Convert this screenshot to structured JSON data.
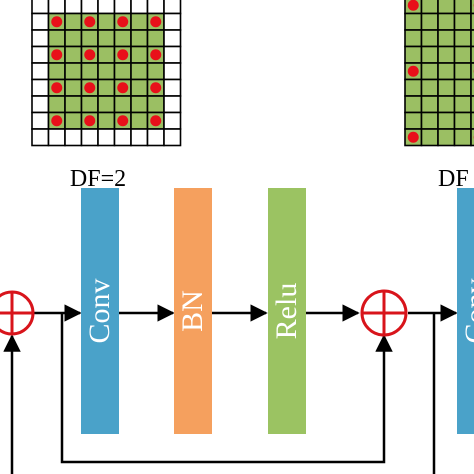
{
  "colors": {
    "grid_fill": "#9bbf63",
    "grid_line": "#000000",
    "sample_dot": "#e8101a",
    "conv": "#4aa2c9",
    "bn": "#f5a05e",
    "relu": "#9bc362",
    "adder": "#d8141b",
    "wire": "#000000"
  },
  "dilation_grids": [
    {
      "caption": "DF=2",
      "rows": 9,
      "cols": 9,
      "sample_step": 2,
      "sample_offset": 1
    },
    {
      "caption": "DF",
      "rows": 9,
      "cols": 9,
      "sample_step": 4,
      "sample_offset": 0
    }
  ],
  "blocks": [
    {
      "id": "conv",
      "label": "Conv"
    },
    {
      "id": "bn",
      "label": "BN"
    },
    {
      "id": "relu",
      "label": "Relu"
    },
    {
      "id": "conv-2",
      "label": "Conv"
    }
  ],
  "adders": [
    {
      "id": "adder-1",
      "icon": "circled-plus-icon"
    },
    {
      "id": "adder-2",
      "icon": "circled-plus-icon"
    }
  ]
}
